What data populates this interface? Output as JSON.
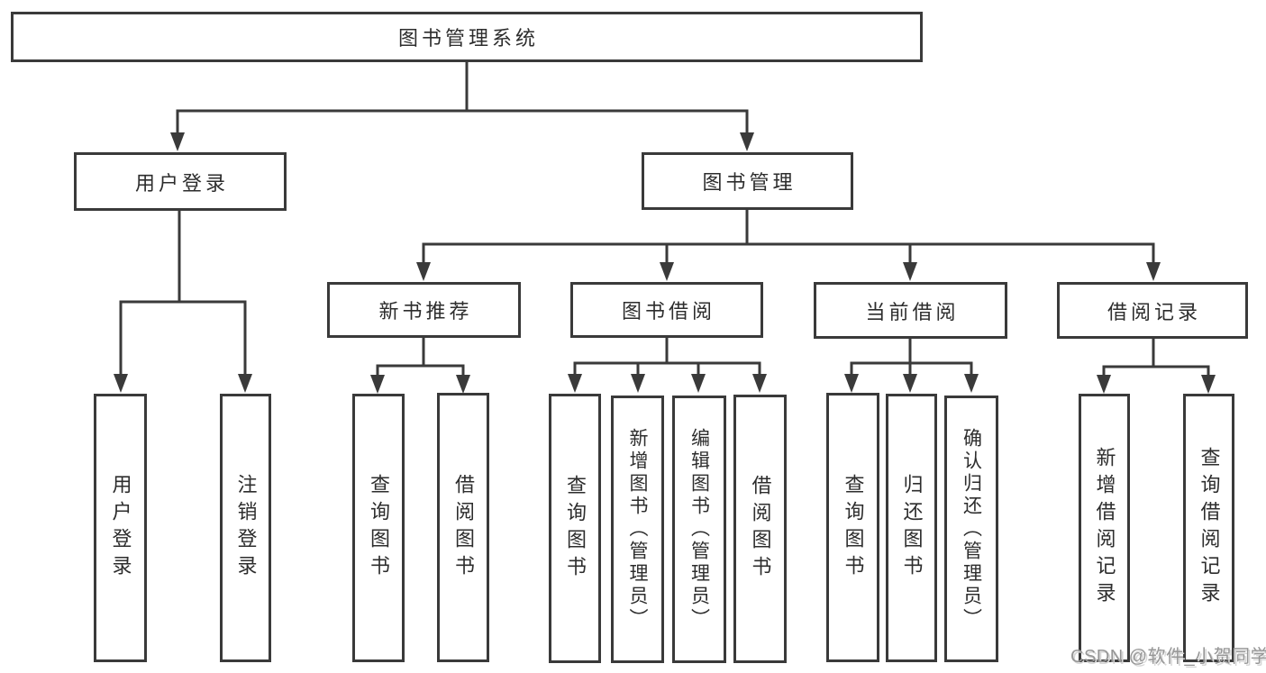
{
  "diagram": {
    "title": "图书管理系统",
    "root": {
      "label": "图书管理系统"
    },
    "level1": [
      {
        "id": "user-login",
        "label": "用户登录"
      },
      {
        "id": "book-management",
        "label": "图书管理"
      }
    ],
    "level2": [
      {
        "id": "new-book-recommendation",
        "label": "新书推荐",
        "parent": "book-management"
      },
      {
        "id": "book-borrowing",
        "label": "图书借阅",
        "parent": "book-management"
      },
      {
        "id": "current-borrowing",
        "label": "当前借阅",
        "parent": "book-management"
      },
      {
        "id": "borrowing-records",
        "label": "借阅记录",
        "parent": "book-management"
      }
    ],
    "leaves": [
      {
        "label": "用户登录",
        "parent": "user-login"
      },
      {
        "label": "注销登录",
        "parent": "user-login"
      },
      {
        "label": "查询图书",
        "parent": "new-book-recommendation"
      },
      {
        "label": "借阅图书",
        "parent": "new-book-recommendation"
      },
      {
        "label": "查询图书",
        "parent": "book-borrowing"
      },
      {
        "label": "新增图书（管理员）",
        "parent": "book-borrowing"
      },
      {
        "label": "编辑图书（管理员）",
        "parent": "book-borrowing"
      },
      {
        "label": "借阅图书",
        "parent": "book-borrowing"
      },
      {
        "label": "查询图书",
        "parent": "current-borrowing"
      },
      {
        "label": "归还图书",
        "parent": "current-borrowing"
      },
      {
        "label": "确认归还（管理员）",
        "parent": "current-borrowing"
      },
      {
        "label": "新增借阅记录",
        "parent": "borrowing-records"
      },
      {
        "label": "查询借阅记录",
        "parent": "borrowing-records"
      }
    ],
    "watermark": "CSDN @软件_小贺同学",
    "colors": {
      "line": "#3a3a3a",
      "box_border": "#3a3a3a",
      "box_background": "#ffffff",
      "text": "#2d2d2d",
      "watermark": "#969696"
    }
  }
}
